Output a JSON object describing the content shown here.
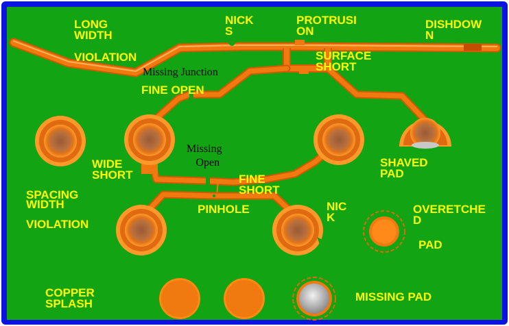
{
  "colors": {
    "border": "#0a13e0",
    "board": "#12a412",
    "trace": "#f07a10",
    "trace_edge": "#d25a00",
    "highlight": "#ffb45a",
    "pad_center": "#b06a3c",
    "missing_pad": "#c8c8c8",
    "label_yellow": "#ffff00",
    "label_black": "#000000"
  },
  "labels": {
    "long_width_1": "LONG",
    "long_width_2": "WIDTH",
    "violation_top": "VIOLATION",
    "nicks_1": "NICK",
    "nicks_2": "S",
    "protrusion_1": "PROTRUSI",
    "protrusion_2": "ON",
    "dishdown_1": "DISHDOW",
    "dishdown_2": "N",
    "surface_short_1": "SURFACE",
    "surface_short_2": "SHORT",
    "missing_junction": "Missing Junction",
    "fine_open": "FINE OPEN",
    "missing_open_1": "Missing",
    "missing_open_2": "Open",
    "wide_short_1": "WIDE",
    "wide_short_2": "SHORT",
    "shaved_pad_1": "SHAVED",
    "shaved_pad_2": "PAD",
    "fine_short_1": "FINE",
    "fine_short_2": "SHORT",
    "spacing_1": "SPACING",
    "spacing_2": "WIDTH",
    "violation_left": "VIOLATION",
    "pinhole": "PINHOLE",
    "nick_1": "NIC",
    "nick_2": "K",
    "overetched_1": "OVERETCHE",
    "overetched_2": "D",
    "overetched_3": "PAD",
    "copper_splash_1": "COPPER",
    "copper_splash_2": "SPLASH",
    "missing_pad": "MISSING PAD"
  }
}
